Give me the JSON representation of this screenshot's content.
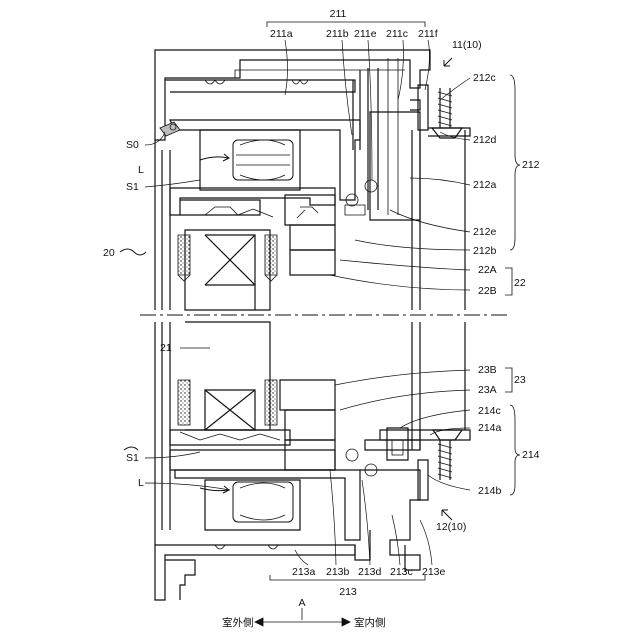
{
  "labels": {
    "l211": "211",
    "l211a": "211a",
    "l211b": "211b",
    "l211e": "211e",
    "l211c": "211c",
    "l211f": "211f",
    "l11": "11(10)",
    "l212c": "212c",
    "l212d": "212d",
    "l212": "212",
    "l212a": "212a",
    "l212e": "212e",
    "l212b": "212b",
    "l22A": "22A",
    "l22": "22",
    "l22B": "22B",
    "lS0": "S0",
    "lL1": "L",
    "lS1a": "S1",
    "l20": "20",
    "l21": "21",
    "l23B": "23B",
    "l23": "23",
    "l23A": "23A",
    "l214c": "214c",
    "l214a": "214a",
    "l214": "214",
    "lS1b": "S1",
    "lL2": "L",
    "l214b": "214b",
    "l12": "12(10)",
    "l213a": "213a",
    "l213b": "213b",
    "l213d": "213d",
    "l213c": "213c",
    "l213e": "213e",
    "l213": "213",
    "lA": "A",
    "outdoor": "室外側",
    "indoor": "室内側"
  }
}
